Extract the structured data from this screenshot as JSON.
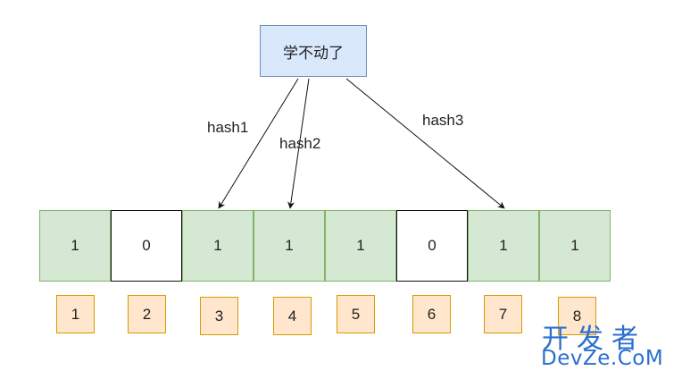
{
  "root": {
    "label": "学不动了"
  },
  "edges": [
    {
      "label": "hash1",
      "target_index": 3
    },
    {
      "label": "hash2",
      "target_index": 4
    },
    {
      "label": "hash3",
      "target_index": 7
    }
  ],
  "bits": [
    "1",
    "0",
    "1",
    "1",
    "1",
    "0",
    "1",
    "1"
  ],
  "indices": [
    "1",
    "2",
    "3",
    "4",
    "5",
    "6",
    "7",
    "8"
  ],
  "colors": {
    "root_fill": "#dae8fc",
    "root_stroke": "#6c8ebf",
    "set_bit_fill": "#d5e8d4",
    "set_bit_stroke": "#82b366",
    "index_fill": "#ffe6cc",
    "index_stroke": "#d79b00",
    "watermark": "#2a6fd0"
  },
  "watermark": {
    "chinese": "开发者",
    "latin": "DevZe.CoM"
  }
}
